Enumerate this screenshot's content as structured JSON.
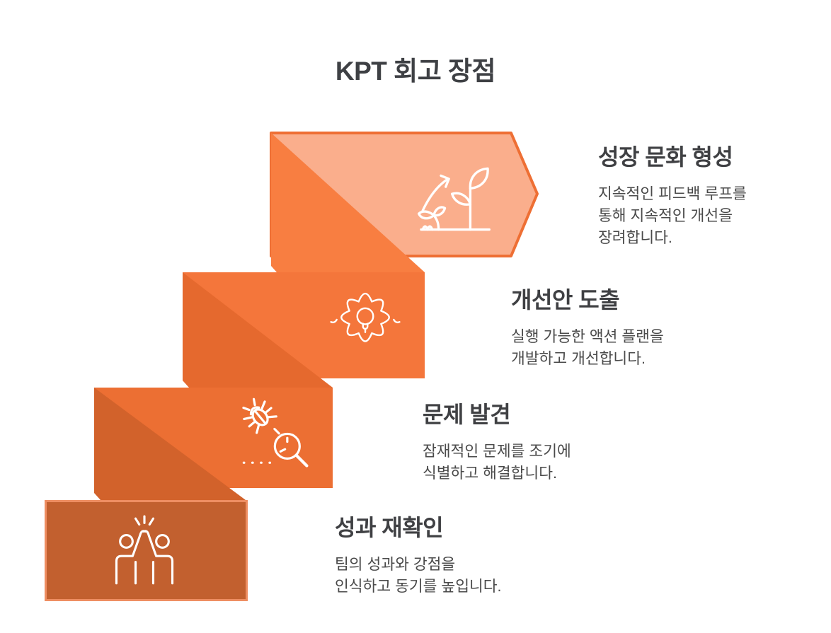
{
  "title": "KPT 회고 장점",
  "items": [
    {
      "title": "성장 문화 형성",
      "body": "지속적인 피드백 루프를\n통해 지속적인 개선을\n장려합니다.",
      "icon": "growth-plant-icon"
    },
    {
      "title": "개선안 도출",
      "body": "실행 가능한 액션 플랜을\n개발하고 개선합니다.",
      "icon": "gear-lightbulb-icon"
    },
    {
      "title": "문제 발견",
      "body": "잠재적인 문제를 조기에\n식별하고 해결합니다.",
      "icon": "bug-search-icon"
    },
    {
      "title": "성과 재확인",
      "body": "팀의 성과와 강점을\n인식하고 동기를 높입니다.",
      "icon": "high-five-icon"
    }
  ],
  "palette": {
    "background": "#FFFFFF",
    "title_color": "#3E4044",
    "heading_color": "#3F4043",
    "body_color": "#4A4A4A",
    "step1_fill": "#FAAE8C",
    "step1_stroke": "#EE6F34",
    "step1_fold": "#F87E41",
    "step2_fill": "#F4763B",
    "step2_fold": "#E5692E",
    "step3_fill": "#EC6F33",
    "step3_fold": "#D2622B",
    "step4_fill": "#C2602F",
    "step4_stroke": "#EE8E62",
    "icon_stroke": "#FFFFFF"
  }
}
